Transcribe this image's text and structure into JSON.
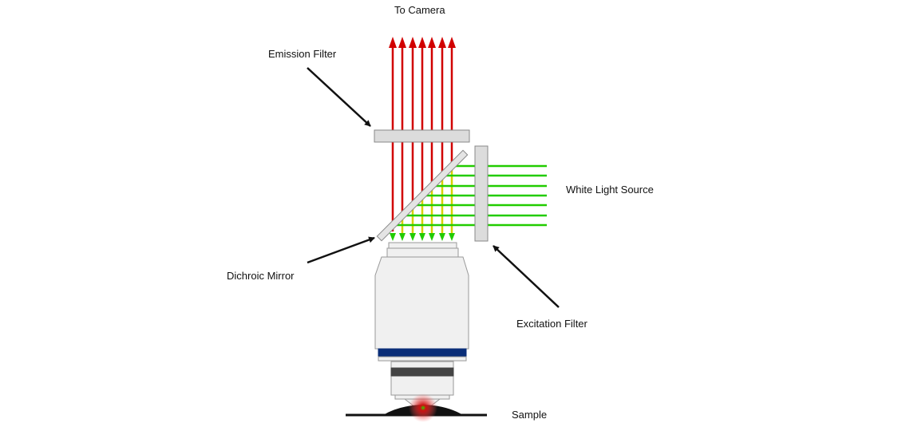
{
  "labels": {
    "to_camera": "To Camera",
    "emission_filter": "Emission Filter",
    "white_light_source": "White Light Source",
    "dichroic_mirror": "Dichroic Mirror",
    "excitation_filter": "Excitation Filter",
    "sample": "Sample"
  },
  "colors": {
    "emission_light": "#d10000",
    "excitation_light": "#22cc00",
    "mixed_light": "#d8d000",
    "objective_band": "#0a2e78",
    "filter": "#dcdcdc"
  }
}
